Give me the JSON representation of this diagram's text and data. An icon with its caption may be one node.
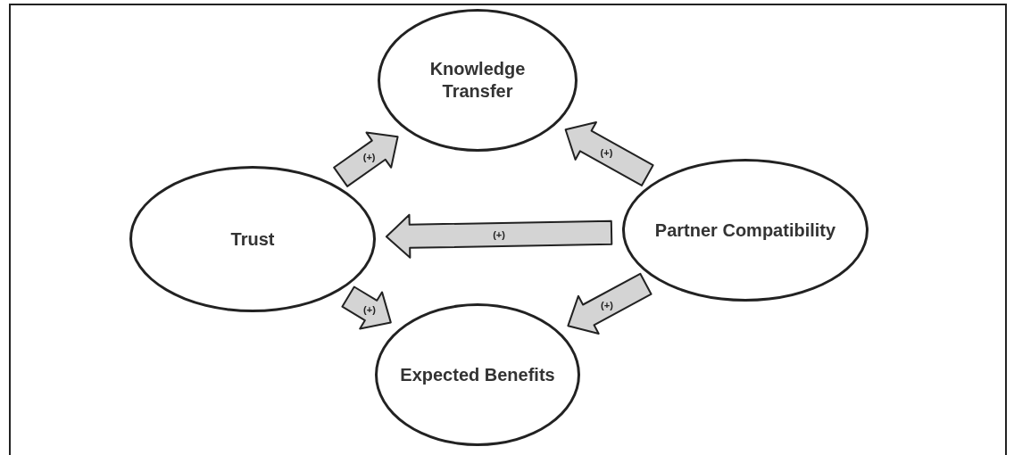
{
  "diagram": {
    "nodes": [
      {
        "text": [
          "Knowledge Transfer"
        ]
      },
      {
        "text": [
          "Trust"
        ]
      },
      {
        "text": [
          "Partner Compatibility"
        ]
      },
      {
        "text": [
          "Expected Benefits"
        ]
      }
    ],
    "edges": [
      {
        "from": 1,
        "to": 0,
        "arrow": "to",
        "label": "(+)"
      },
      {
        "from": 1,
        "to": 3,
        "arrow": "to",
        "label": "(+)"
      },
      {
        "from": 2,
        "to": 1,
        "arrow": "to",
        "label": "(+)"
      },
      {
        "from": 2,
        "to": 0,
        "arrow": "to",
        "label": "(+)"
      },
      {
        "from": 2,
        "to": 3,
        "arrow": "to",
        "label": "(+)"
      }
    ]
  }
}
